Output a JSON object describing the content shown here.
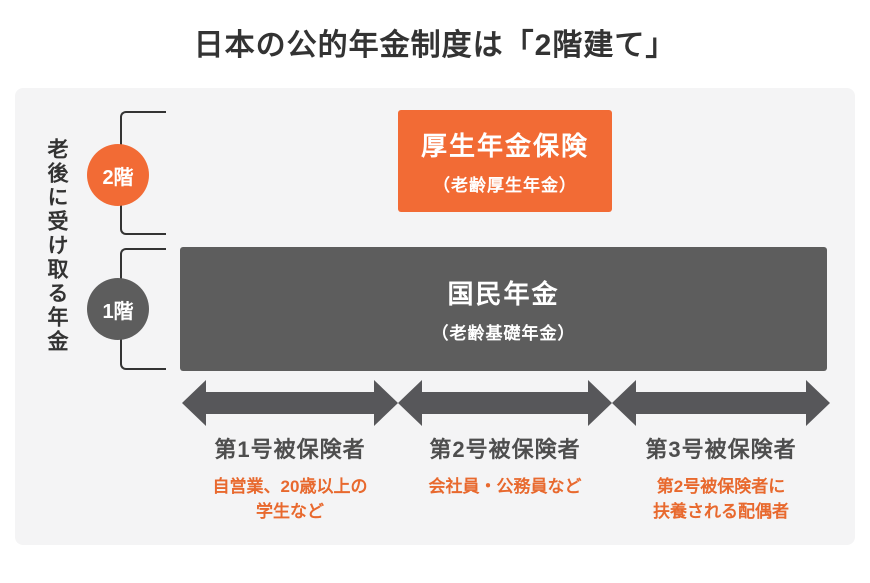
{
  "title": "日本の公的年金制度は「2階建て」",
  "diagram": {
    "side_label": "老後に受け取る年金",
    "tiers": [
      {
        "badge": "2階",
        "box_title": "厚生年金保険",
        "box_subtitle": "（老齢厚生年金）"
      },
      {
        "badge": "1階",
        "box_title": "国民年金",
        "box_subtitle": "（老齢基礎年金）"
      }
    ],
    "categories": [
      {
        "label": "第1号被保険者",
        "description": "自営業、20歳以上の\n学生など"
      },
      {
        "label": "第2号被保険者",
        "description": "会社員・公務員など"
      },
      {
        "label": "第3号被保険者",
        "description": "第2号被保険者に\n扶養される配偶者"
      }
    ],
    "colors": {
      "accent_orange": "#F26B35",
      "dark_gray": "#5D5D5D",
      "arrow_gray": "#57575A",
      "panel_bg": "#F4F4F5",
      "description_orange": "#E8692E",
      "label_gray": "#4E4E4E",
      "title_color": "#333333"
    }
  }
}
